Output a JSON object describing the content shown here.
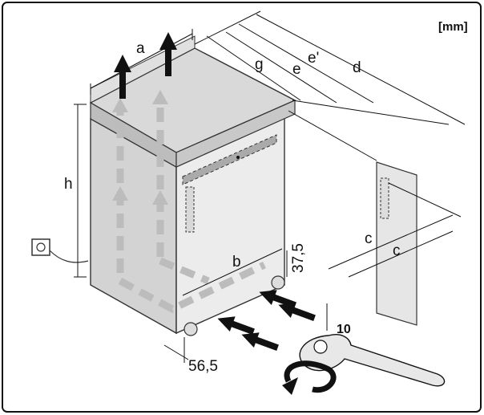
{
  "diagram": {
    "unit_label": "[mm]",
    "dimension_labels": {
      "a": "a",
      "g": "g",
      "e": "e",
      "e_prime": "e'",
      "d": "d",
      "h": "h",
      "b": "b",
      "c_upper": "c",
      "c_lower": "c",
      "clearance_top": "37,5",
      "clearance_side": "56,5",
      "wrench_size": "10"
    }
  }
}
